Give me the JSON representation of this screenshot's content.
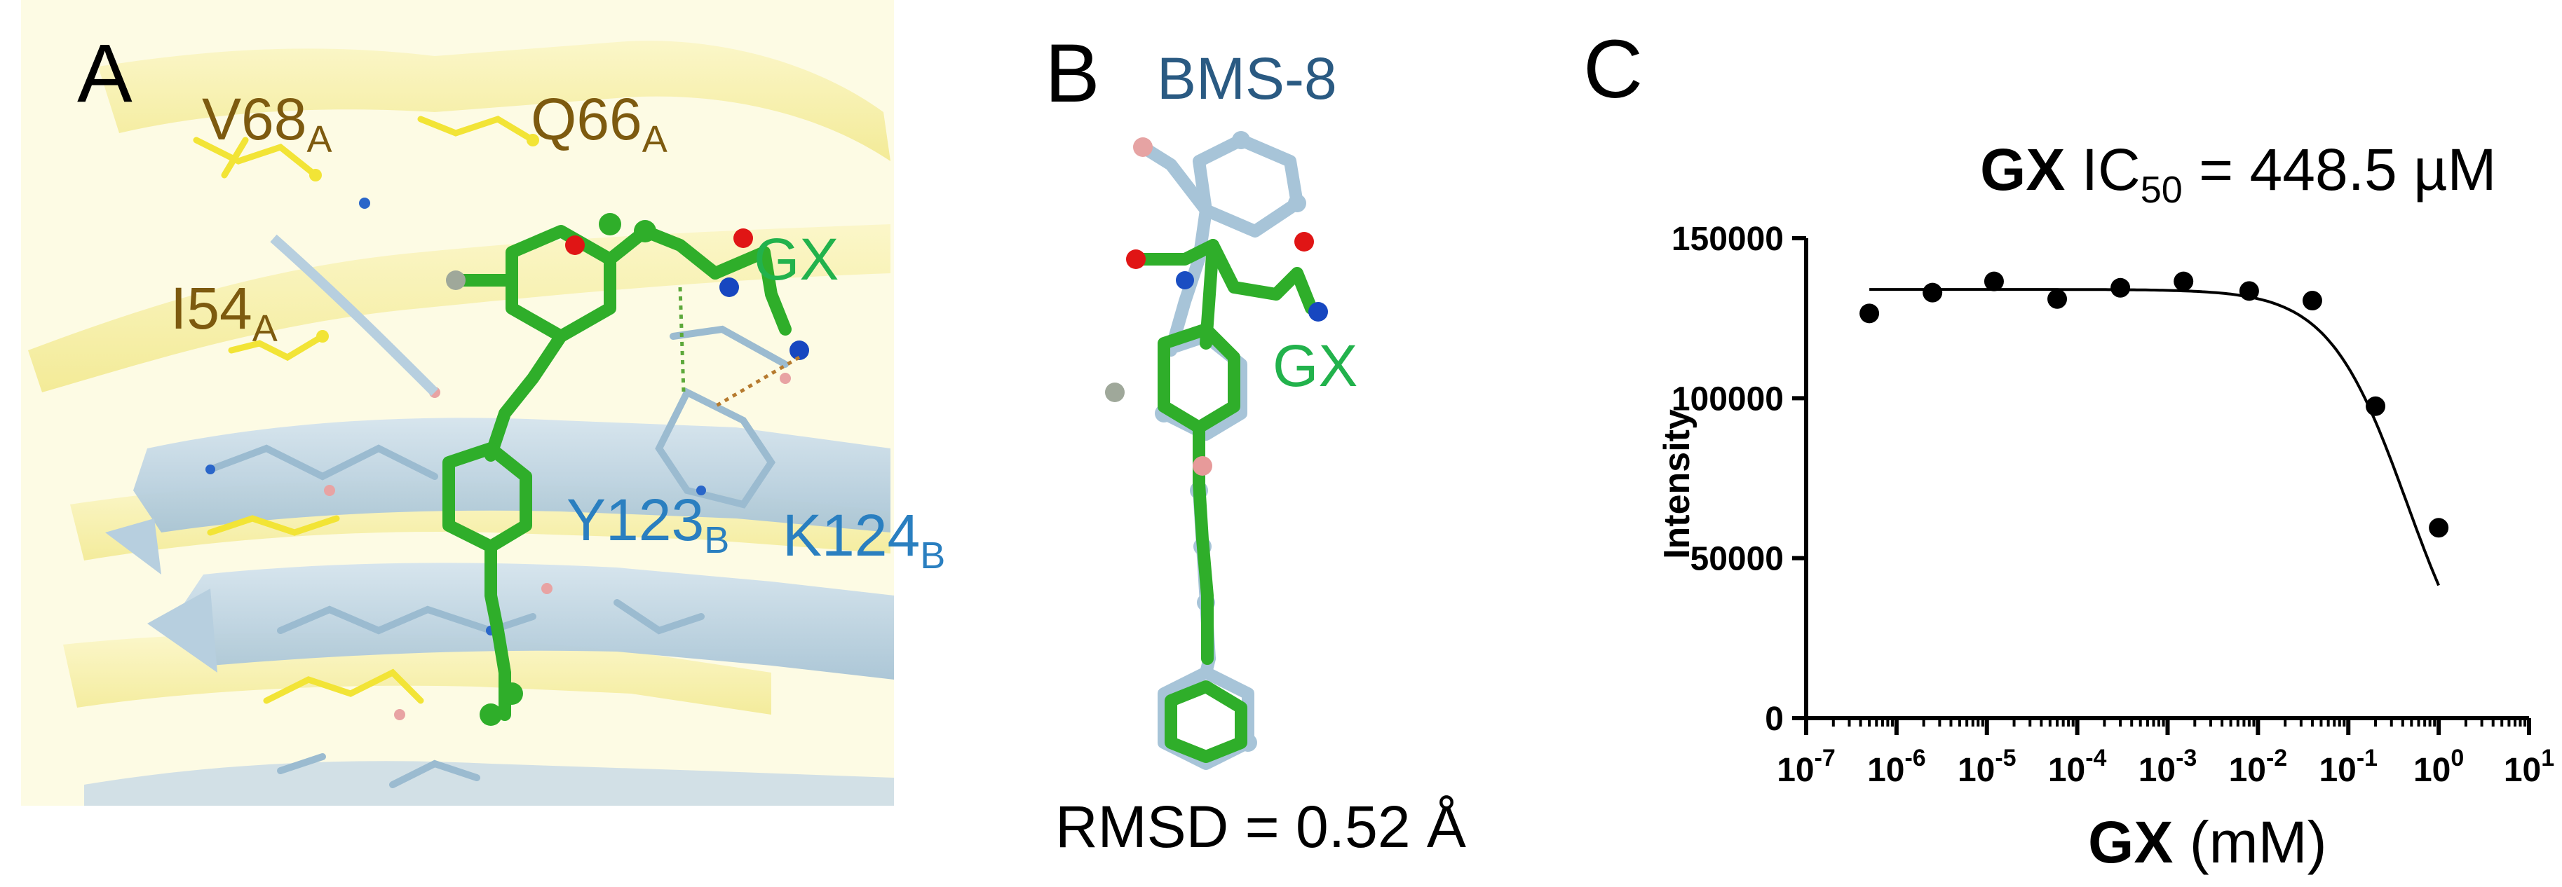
{
  "panel_a": {
    "letter": "A",
    "labels": [
      {
        "text": "V68",
        "sub": "A",
        "color": "#7d5a0f"
      },
      {
        "text": "Q66",
        "sub": "A",
        "color": "#7d5a0f"
      },
      {
        "text": "I54",
        "sub": "A",
        "color": "#7d5a0f"
      },
      {
        "text": "GX",
        "sub": "",
        "color": "#22b24c"
      },
      {
        "text": "Y123",
        "sub": "B",
        "color": "#2a7fc0"
      },
      {
        "text": "K124",
        "sub": "B",
        "color": "#2a7fc0"
      }
    ]
  },
  "panel_b": {
    "letter": "B",
    "bms_label": "BMS-8",
    "gx_label": "GX",
    "rmsd": "RMSD = 0.52 Å",
    "colors": {
      "bms": "#2a5a82",
      "gx": "#22b24c"
    }
  },
  "panel_c": {
    "letter": "C",
    "title_bold": "GX",
    "title_rest": " IC",
    "title_sub": "50",
    "title_tail": " = 448.5 µM",
    "xlabel_bold": "GX",
    "xlabel_rest": " (mM)",
    "ylabel": "Intensity",
    "chart_data": {
      "type": "scatter",
      "x_scale": "log",
      "xlim": [
        1e-07,
        10
      ],
      "ylim": [
        0,
        150000
      ],
      "x_ticks": [
        "10^-7",
        "10^-6",
        "10^-5",
        "10^-4",
        "10^-3",
        "10^-2",
        "10^-1",
        "10^0",
        "10^1"
      ],
      "y_ticks": [
        "0",
        "50000",
        "100000",
        "150000"
      ],
      "series": [
        {
          "points": [
            {
              "x": 5e-07,
              "y": 126500
            },
            {
              "x": 2.5e-06,
              "y": 133000
            },
            {
              "x": 1.2e-05,
              "y": 136500
            },
            {
              "x": 6e-05,
              "y": 131000
            },
            {
              "x": 0.0003,
              "y": 134500
            },
            {
              "x": 0.0015,
              "y": 136500
            },
            {
              "x": 0.008,
              "y": 133500
            },
            {
              "x": 0.04,
              "y": 130500
            },
            {
              "x": 0.2,
              "y": 97500
            },
            {
              "x": 1.0,
              "y": 59500
            }
          ],
          "fit": {
            "top": 134000,
            "bottom": 0,
            "ic50_mM": 0.4485,
            "hill": 1.0
          }
        }
      ]
    }
  }
}
